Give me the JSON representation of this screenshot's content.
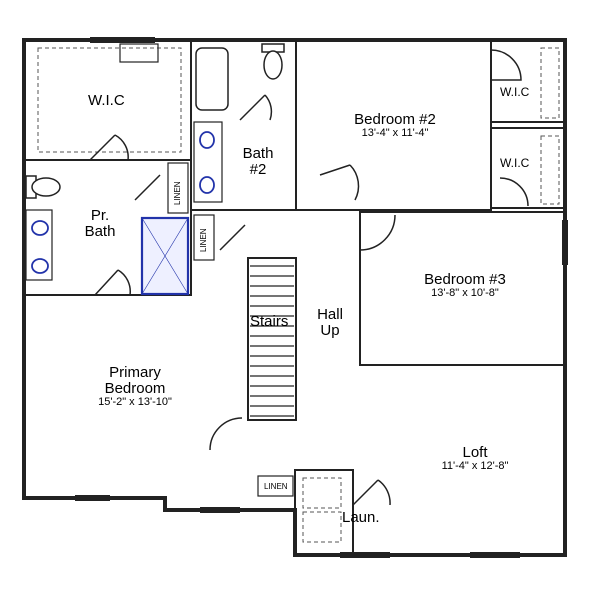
{
  "rooms": {
    "wic_primary": "W.I.C",
    "pr_bath_1": "Pr.",
    "pr_bath_2": "Bath",
    "bath2_1": "Bath",
    "bath2_2": "#2",
    "bedroom2_name": "Bedroom #2",
    "bedroom2_dim": "13'-4\" x 11'-4\"",
    "wic_bed2_a": "W.I.C",
    "wic_bed2_b": "W.I.C",
    "bedroom3_name": "Bedroom #3",
    "bedroom3_dim": "13'-8\" x 10'-8\"",
    "stairs": "Stairs",
    "hall_1": "Hall",
    "hall_2": "Up",
    "primary_1": "Primary",
    "primary_2": "Bedroom",
    "primary_dim": "15'-2\" x 13'-10\"",
    "loft_name": "Loft",
    "loft_dim": "11'-4\" x 12'-8\"",
    "laundry": "Laun.",
    "linen_1": "LINEN",
    "linen_2": "LINEN",
    "linen_3": "LINEN"
  },
  "colors": {
    "wall": "#222222",
    "fixture_accent": "#2233aa"
  }
}
